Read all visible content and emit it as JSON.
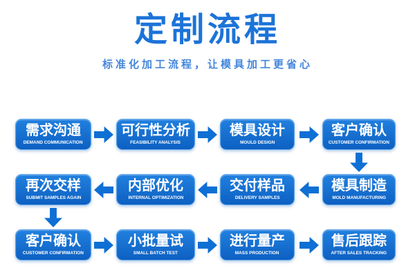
{
  "header": {
    "title": "定制流程",
    "subtitle": "标准化加工流程，让模具加工更省心"
  },
  "colors": {
    "title_color": "#1c73d8",
    "subtitle_color": "#4486dc",
    "box_top": "#2180df",
    "box_bottom": "#0d60c2",
    "arrow_color": "#0e6fd4",
    "box_text": "#ffffff",
    "background": "#ffffff"
  },
  "flow": {
    "rows": [
      {
        "direction": "right",
        "steps": [
          {
            "cn": "需求沟通",
            "en": "DEMAND COMMUNICATION"
          },
          {
            "cn": "可行性分析",
            "en": "FEASIBILITY ANALYSIS"
          },
          {
            "cn": "模具设计",
            "en": "MOULD DESIGN"
          },
          {
            "cn": "客户确认",
            "en": "CUSTOMER CONFIRMATION"
          }
        ]
      },
      {
        "direction": "left",
        "steps": [
          {
            "cn": "再次交样",
            "en": "SUBMIT SAMPLES AGAIN"
          },
          {
            "cn": "内部优化",
            "en": "INTERNAL OPTIMIZATION"
          },
          {
            "cn": "交付样品",
            "en": "DELIVERY SAMPLES"
          },
          {
            "cn": "模具制造",
            "en": "MOLD MANUFACTURING"
          }
        ]
      },
      {
        "direction": "right",
        "steps": [
          {
            "cn": "客户确认",
            "en": "CUSTOMER CONFIRMATION"
          },
          {
            "cn": "小批量试",
            "en": "SMALL BATCH TEST"
          },
          {
            "cn": "进行量产",
            "en": "MASS PRODUCTION"
          },
          {
            "cn": "售后跟踪",
            "en": "AFTER SALES TRACKING"
          }
        ]
      }
    ]
  }
}
